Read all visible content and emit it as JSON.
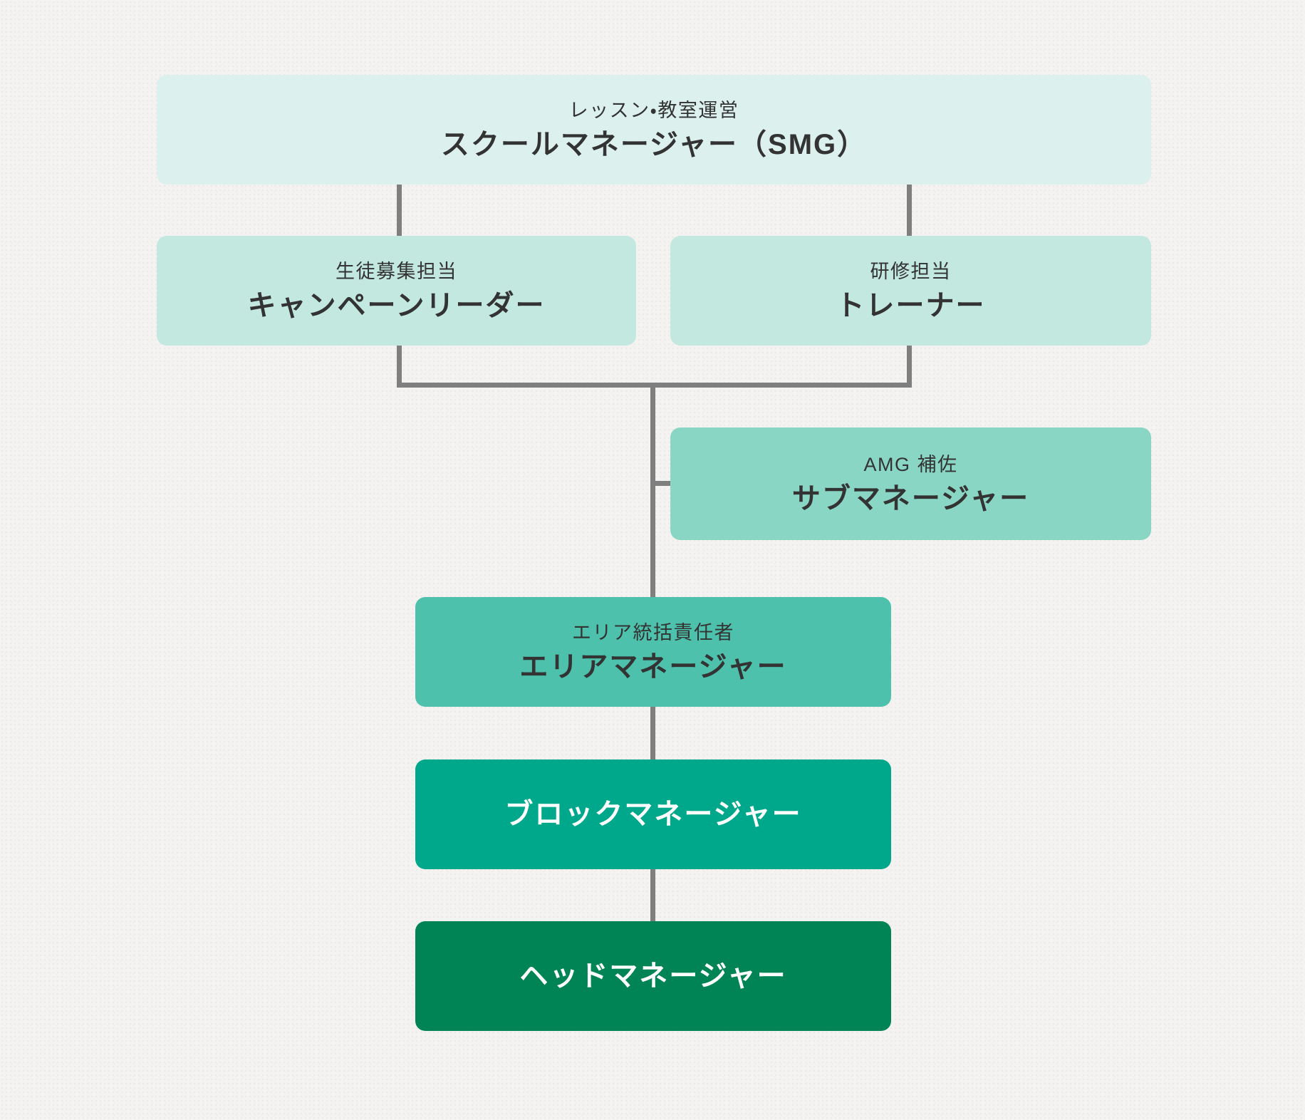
{
  "nodes": {
    "school_manager": {
      "subtitle": "レッスン・教室運営",
      "title": "スクールマネージャー（SMG）"
    },
    "campaign_leader": {
      "subtitle": "生徒募集担当",
      "title": "キャンペーンリーダー"
    },
    "trainer": {
      "subtitle": "研修担当",
      "title": "トレーナー"
    },
    "sub_manager": {
      "subtitle": "AMG 補佐",
      "title": "サブマネージャー"
    },
    "area_manager": {
      "subtitle": "エリア統括責任者",
      "title": "エリアマネージャー"
    },
    "block_manager": {
      "title": "ブロックマネージャー"
    },
    "head_manager": {
      "title": "ヘッドマネージャー"
    }
  },
  "colors": {
    "background": "#f4f3f1",
    "node_level1": "#dcf1ed",
    "node_level2": "#c3e8e0",
    "node_level3": "#8ad6c5",
    "node_level4": "#4dc1ac",
    "node_level5": "#00a88b",
    "node_level6": "#008355",
    "connector": "#7f7f7f",
    "text_dark": "#333333",
    "text_light": "#ffffff"
  }
}
